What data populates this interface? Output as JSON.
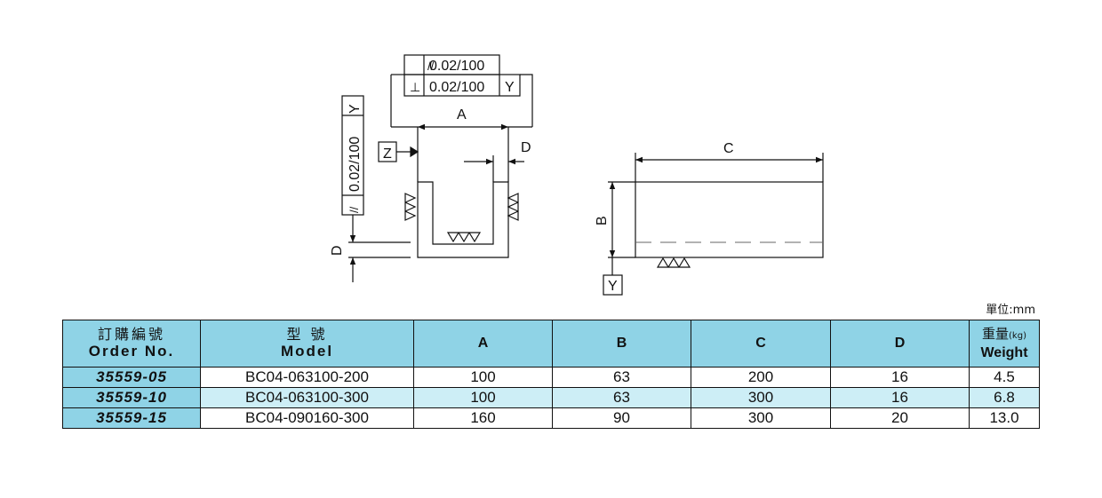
{
  "colors": {
    "header_bg": "#8fd3e6",
    "alt_row_bg": "#cdeef6"
  },
  "drawing": {
    "tolerance_parallel": "0.02/100",
    "tolerance_perpendicular": "0.02/100",
    "tolerance_vertical": "0.02/100",
    "datum_y": "Y",
    "datum_z": "Z",
    "dim_a": "A",
    "dim_b": "B",
    "dim_c": "C",
    "dim_d": "D",
    "parallel_symbol": "//",
    "perpendicular_symbol": "⊥"
  },
  "unit_label": "單位:mm",
  "table": {
    "headers": {
      "order_cn": "訂購編號",
      "order_en": "Order No.",
      "model_cn": "型 號",
      "model_en": "Model",
      "a": "A",
      "b": "B",
      "c": "C",
      "d": "D",
      "weight_cn": "重量",
      "weight_unit": "(kg)",
      "weight_en": "Weight"
    },
    "rows": [
      {
        "order": "35559-05",
        "model": "BC04-063100-200",
        "a": "100",
        "b": "63",
        "c": "200",
        "d": "16",
        "weight": "4.5"
      },
      {
        "order": "35559-10",
        "model": "BC04-063100-300",
        "a": "100",
        "b": "63",
        "c": "300",
        "d": "16",
        "weight": "6.8"
      },
      {
        "order": "35559-15",
        "model": "BC04-090160-300",
        "a": "160",
        "b": "90",
        "c": "300",
        "d": "20",
        "weight": "13.0"
      }
    ]
  }
}
